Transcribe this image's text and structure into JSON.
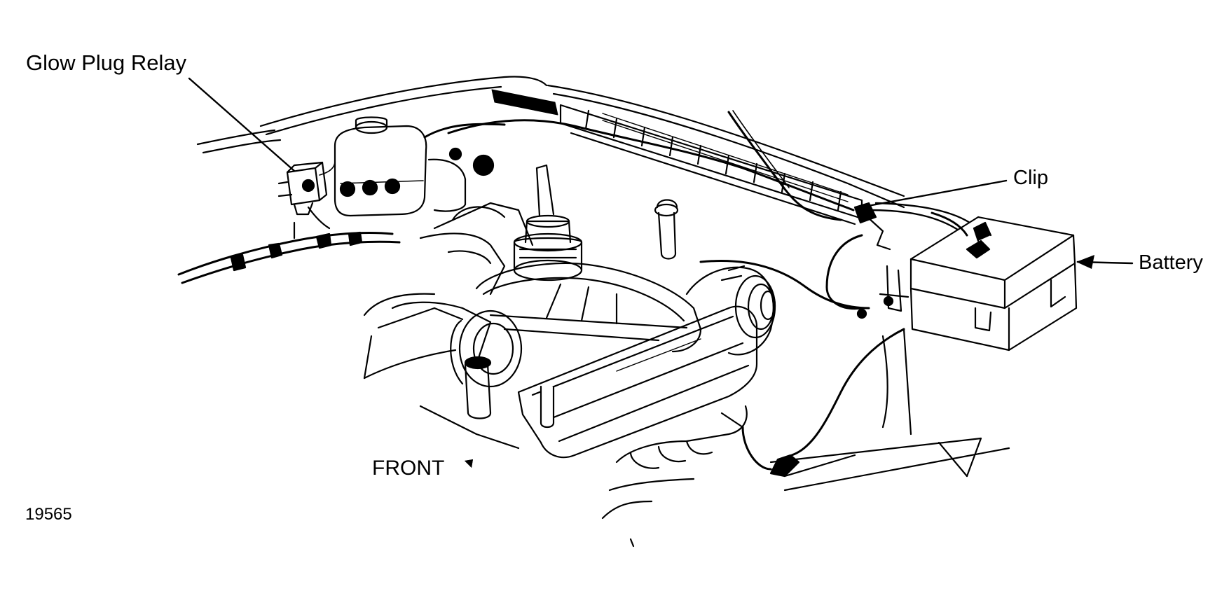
{
  "labels": {
    "glow_plug_relay": "Glow Plug Relay",
    "clip": "Clip",
    "battery": "Battery",
    "front": "FRONT",
    "figure_number": "19565"
  },
  "icons": {
    "front_arrow": "arrow-up-right-icon"
  },
  "colors": {
    "ink": "#000000",
    "paper": "#ffffff"
  }
}
